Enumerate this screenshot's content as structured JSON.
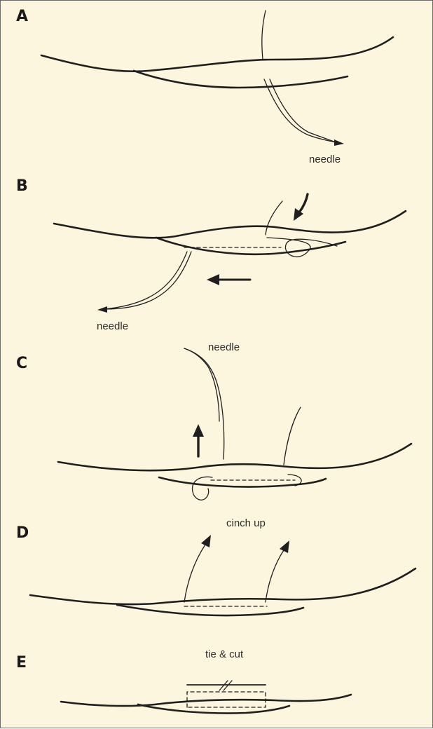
{
  "panels": [
    {
      "letter": "A",
      "caption": "needle"
    },
    {
      "letter": "B",
      "caption": "needle"
    },
    {
      "letter": "C",
      "caption": "needle"
    },
    {
      "letter": "D",
      "caption": "cinch up"
    },
    {
      "letter": "E",
      "caption": "tie & cut"
    }
  ]
}
